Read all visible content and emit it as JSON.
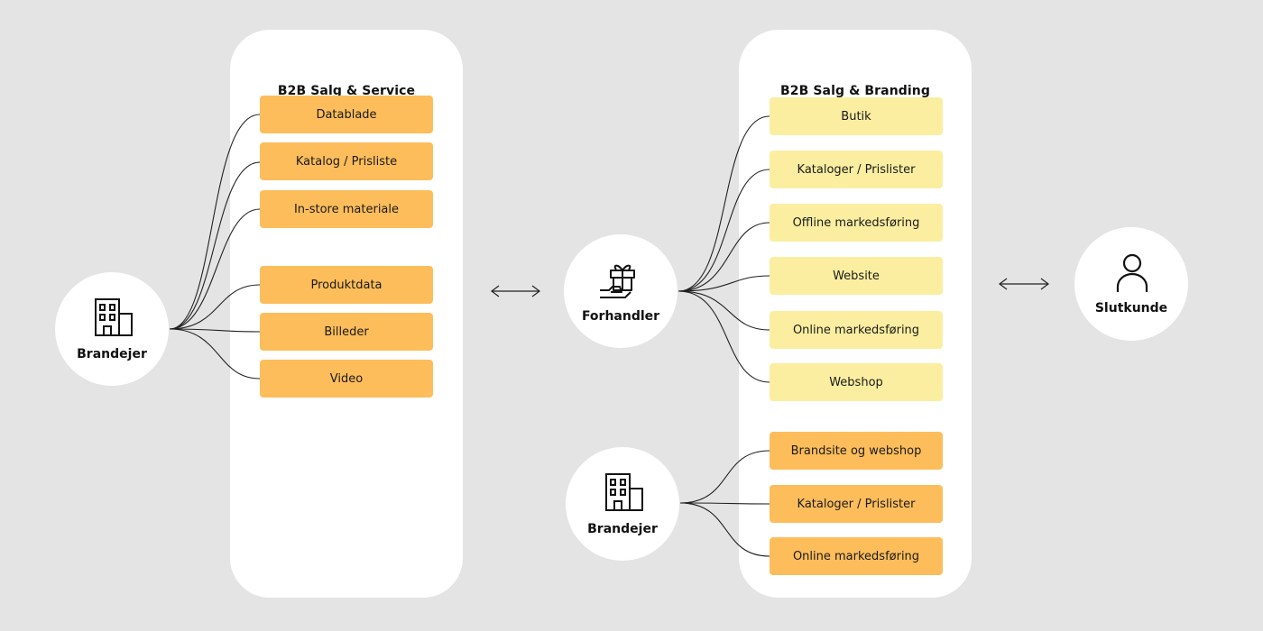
{
  "panels": {
    "left": {
      "title": "B2B Salg & Service",
      "items": [
        "Datablade",
        "Katalog / Prisliste",
        "In-store materiale",
        "Produktdata",
        "Billeder",
        "Video"
      ]
    },
    "right": {
      "title": "B2B Salg & Branding",
      "retailer_items": [
        "Butik",
        "Kataloger / Prislister",
        "Offline markedsføring",
        "Website",
        "Online markedsføring",
        "Webshop"
      ],
      "brand_items": [
        "Brandsite og webshop",
        "Kataloger / Prislister",
        "Online markedsføring"
      ]
    }
  },
  "nodes": {
    "brandejer_left": {
      "label": "Brandejer",
      "icon": "building-icon"
    },
    "forhandler": {
      "label": "Forhandler",
      "icon": "gift-hand-icon"
    },
    "brandejer_right": {
      "label": "Brandejer",
      "icon": "building-icon"
    },
    "slutkunde": {
      "label": "Slutkunde",
      "icon": "person-icon"
    }
  },
  "arrows": [
    "double-arrow-icon",
    "double-arrow-icon"
  ],
  "colors": {
    "background": "#e4e4e4",
    "orange": "#fdbd5b",
    "yellow": "#fbeea0",
    "panel": "#ffffff",
    "line": "#222222"
  }
}
